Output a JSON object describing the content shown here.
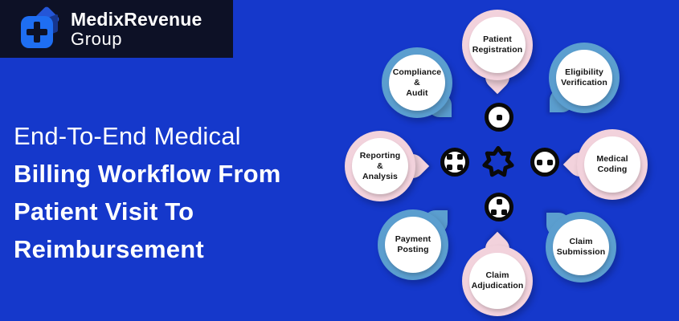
{
  "colors": {
    "background": "#1538cb",
    "logo_bg": "#0d1126",
    "logo_icon_blue": "#1e6ef2",
    "logo_cube_blue": "#2456d8",
    "pink_ring": "#f2d2dc",
    "blue_ring": "#5b9ecf",
    "headline_text": "#ffffff",
    "bubble_text": "#141414",
    "icon_black": "#0a0a0a"
  },
  "logo": {
    "name_bold": "MedixRevenue",
    "name_regular": "Group",
    "icon": "medical-cross-cube-icon"
  },
  "headline": {
    "lines": [
      "End-To-End Medical",
      "Billing Workflow From",
      "Patient Visit To",
      "Reimbursement"
    ]
  },
  "diagram": {
    "center_icon": "gear-icon",
    "step_icons": [
      "one-dot-icon",
      "two-dots-icon",
      "three-dots-icon",
      "four-dots-icon"
    ],
    "nodes": [
      {
        "id": "patient-registration",
        "ring": "pink",
        "lines": [
          "Patient",
          "Registration"
        ]
      },
      {
        "id": "eligibility-verification",
        "ring": "blue",
        "lines": [
          "Eligibility",
          "Verification"
        ]
      },
      {
        "id": "medical-coding",
        "ring": "pink",
        "lines": [
          "Medical",
          "Coding"
        ]
      },
      {
        "id": "claim-submission",
        "ring": "blue",
        "lines": [
          "Claim",
          "Submission"
        ]
      },
      {
        "id": "claim-adjudication",
        "ring": "pink",
        "lines": [
          "Claim",
          "Adjudication"
        ]
      },
      {
        "id": "payment-posting",
        "ring": "blue",
        "lines": [
          "Payment",
          "Posting"
        ]
      },
      {
        "id": "reporting-analysis",
        "ring": "pink",
        "lines": [
          "Reporting",
          "&",
          "Analysis"
        ]
      },
      {
        "id": "compliance-audit",
        "ring": "blue",
        "lines": [
          "Compliance",
          "&",
          "Audit"
        ]
      }
    ]
  }
}
